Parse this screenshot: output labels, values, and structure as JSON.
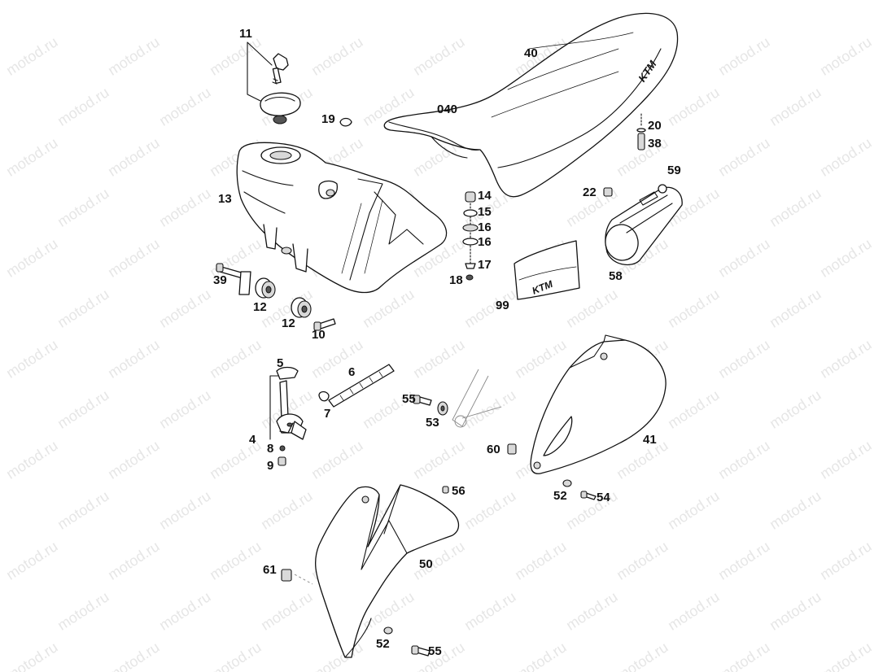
{
  "watermark": "motod.ru",
  "callouts": [
    {
      "id": "11",
      "label": "11"
    },
    {
      "id": "40",
      "label": "40"
    },
    {
      "id": "040",
      "label": "040"
    },
    {
      "id": "19",
      "label": "19"
    },
    {
      "id": "20",
      "label": "20"
    },
    {
      "id": "38",
      "label": "38"
    },
    {
      "id": "13",
      "label": "13"
    },
    {
      "id": "14",
      "label": "14"
    },
    {
      "id": "15",
      "label": "15"
    },
    {
      "id": "16a",
      "label": "16"
    },
    {
      "id": "16b",
      "label": "16"
    },
    {
      "id": "17",
      "label": "17"
    },
    {
      "id": "18",
      "label": "18"
    },
    {
      "id": "59",
      "label": "59"
    },
    {
      "id": "22",
      "label": "22"
    },
    {
      "id": "58",
      "label": "58"
    },
    {
      "id": "99",
      "label": "99"
    },
    {
      "id": "39",
      "label": "39"
    },
    {
      "id": "12a",
      "label": "12"
    },
    {
      "id": "12b",
      "label": "12"
    },
    {
      "id": "10",
      "label": "10"
    },
    {
      "id": "5",
      "label": "5"
    },
    {
      "id": "6",
      "label": "6"
    },
    {
      "id": "7",
      "label": "7"
    },
    {
      "id": "4",
      "label": "4"
    },
    {
      "id": "8",
      "label": "8"
    },
    {
      "id": "9",
      "label": "9"
    },
    {
      "id": "55a",
      "label": "55"
    },
    {
      "id": "53",
      "label": "53"
    },
    {
      "id": "60",
      "label": "60"
    },
    {
      "id": "41",
      "label": "41"
    },
    {
      "id": "56",
      "label": "56"
    },
    {
      "id": "52a",
      "label": "52"
    },
    {
      "id": "54",
      "label": "54"
    },
    {
      "id": "61",
      "label": "61"
    },
    {
      "id": "50",
      "label": "50"
    },
    {
      "id": "52b",
      "label": "52"
    },
    {
      "id": "55b",
      "label": "55"
    }
  ],
  "icons": {
    "key": "key-icon",
    "tank-cap": "fuel-cap-icon",
    "fuel-tank": "fuel-tank-icon",
    "seat": "seat-icon",
    "tool-bag": "tool-bag-icon",
    "side-cover": "side-cover-icon",
    "spoiler": "radiator-spoiler-icon",
    "fuel-tap": "fuel-tap-icon",
    "fuel-hose": "fuel-hose-icon"
  },
  "logos": {
    "seat_logo": "KTM",
    "sticker_logo": "KTM"
  }
}
